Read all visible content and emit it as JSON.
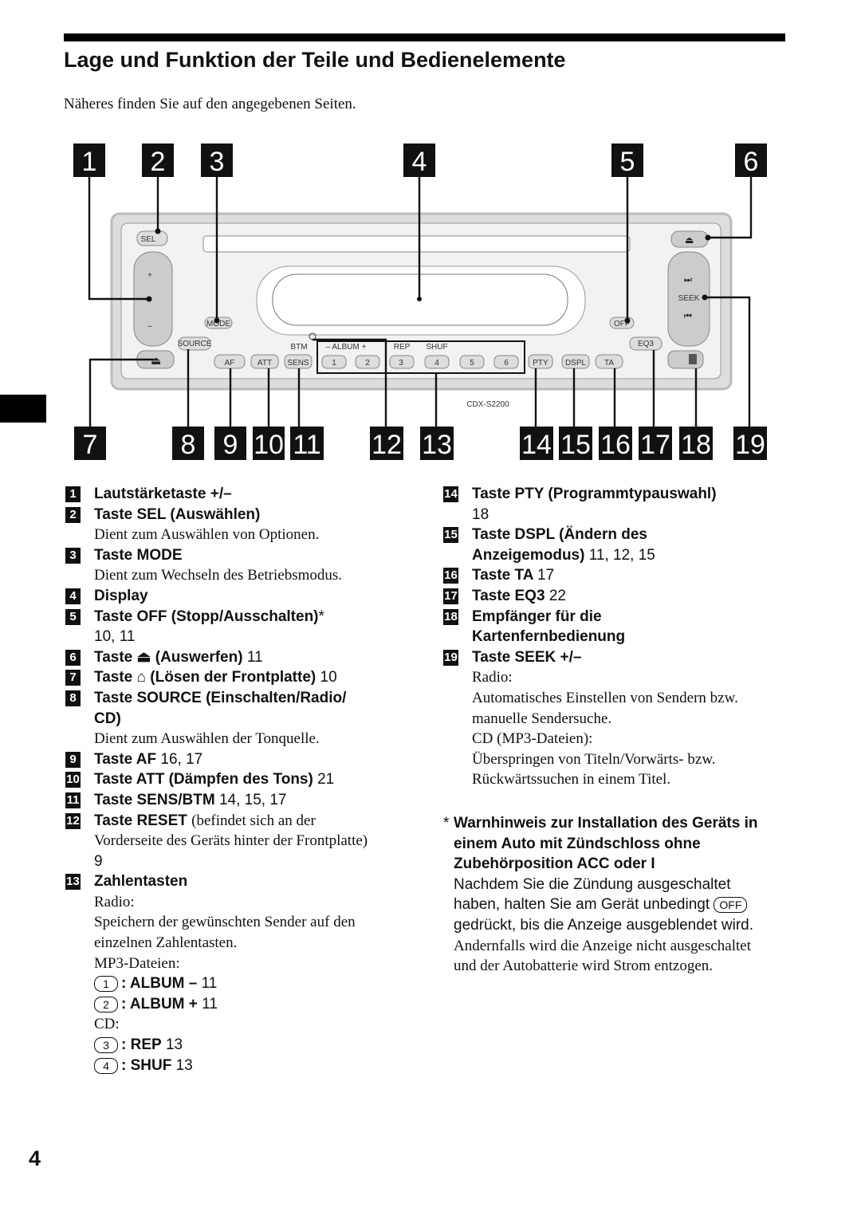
{
  "header": {
    "title": "Lage und Funktion der Teile und Bedienelemente",
    "intro": "Näheres finden Sie auf den angegebenen Seiten."
  },
  "diagram": {
    "model": "CDX-S2200",
    "callouts_top": [
      "1",
      "2",
      "3",
      "4",
      "5",
      "6"
    ],
    "callouts_bottom": [
      "7",
      "8",
      "9",
      "10",
      "11",
      "12",
      "13",
      "14",
      "15",
      "16",
      "17",
      "18",
      "19"
    ],
    "button_labels": {
      "sel": "SEL",
      "mode": "MODE",
      "source": "SOURCE",
      "off": "OFF",
      "eq3": "EQ3",
      "seek": "SEEK",
      "af": "AF",
      "att": "ATT",
      "sens": "SENS",
      "btm": "BTM",
      "album": "– ALBUM +",
      "rep": "REP",
      "shuf": "SHUF",
      "b1": "1",
      "b2": "2",
      "b3": "3",
      "b4": "4",
      "b5": "5",
      "b6": "6",
      "pty": "PTY",
      "dspl": "DSPL",
      "ta": "TA",
      "plus": "+",
      "minus": "–"
    }
  },
  "left_items": [
    {
      "num": "1",
      "title": "Lautstärketaste +/–"
    },
    {
      "num": "2",
      "title": "Taste SEL (Auswählen)",
      "desc": "Dient zum Auswählen von Optionen."
    },
    {
      "num": "3",
      "title": "Taste MODE",
      "desc": "Dient zum Wechseln des Betriebsmodus."
    },
    {
      "num": "4",
      "title": "Display"
    },
    {
      "num": "5",
      "title": "Taste OFF (Stopp/Ausschalten)",
      "star": "*",
      "pages": "10, 11"
    },
    {
      "num": "6",
      "title_pre": "Taste",
      "title_post": "(Auswerfen)",
      "pages": "11"
    },
    {
      "num": "7",
      "title_pre": "Taste",
      "title_post": "(Lösen der Frontplatte)",
      "pages": "10"
    },
    {
      "num": "8",
      "title": "Taste SOURCE (Einschalten/Radio/",
      "title2": "CD)",
      "desc": "Dient zum Auswählen der Tonquelle."
    },
    {
      "num": "9",
      "title": "Taste AF",
      "pages": "16, 17"
    },
    {
      "num": "10",
      "title": "Taste ATT (Dämpfen des Tons)",
      "pages": "21"
    },
    {
      "num": "11",
      "title": "Taste SENS/BTM",
      "pages": "14, 15, 17"
    },
    {
      "num": "12",
      "title": "Taste RESET",
      "desc_inline": "(befindet sich an der",
      "desc": "Vorderseite des Geräts hinter der Frontplatte)",
      "pages": "9"
    },
    {
      "num": "13",
      "title": "Zahlentasten",
      "radio": "Radio:",
      "radio_desc1": "Speichern der gewünschten Sender auf den",
      "radio_desc2": "einzelnen Zahlentasten.",
      "mp3": "MP3-Dateien:",
      "k1": "1",
      "k1_label": ": ALBUM –",
      "k1_page": "11",
      "k2": "2",
      "k2_label": ": ALBUM +",
      "k2_page": "11",
      "cd": "CD:",
      "k3": "3",
      "k3_label": ": REP",
      "k3_page": "13",
      "k4": "4",
      "k4_label": ": SHUF",
      "k4_page": "13"
    }
  ],
  "right_items": [
    {
      "num": "14",
      "title": "Taste PTY (Programmtypauswahl)",
      "pages": "18"
    },
    {
      "num": "15",
      "title": "Taste DSPL (Ändern des",
      "title2": "Anzeigemodus)",
      "pages": "11, 12, 15"
    },
    {
      "num": "16",
      "title": "Taste TA",
      "pages": "17"
    },
    {
      "num": "17",
      "title": "Taste EQ3",
      "pages": "22"
    },
    {
      "num": "18",
      "title": "Empfänger für die",
      "title2": "Kartenfernbedienung"
    },
    {
      "num": "19",
      "title": "Taste SEEK +/–",
      "radio": "Radio:",
      "radio_desc1": "Automatisches Einstellen von Sendern bzw.",
      "radio_desc2": "manuelle Sendersuche.",
      "cd": "CD (MP3-Dateien):",
      "cd_desc1": "Überspringen von Titeln/Vorwärts- bzw.",
      "cd_desc2": "Rückwärtssuchen in einem Titel."
    }
  ],
  "note": {
    "star": "*",
    "bold1": "Warnhinweis zur Installation des Geräts in",
    "bold2": "einem Auto mit Zündschloss ohne",
    "bold3": "Zubehörposition ACC oder I",
    "line1": "Nachdem Sie die Zündung ausgeschaltet",
    "line2_pre": "haben, halten Sie am Gerät unbedingt",
    "line2_key": "OFF",
    "line3": "gedrückt, bis die Anzeige ausgeblendet wird.",
    "line4": "Andernfalls wird die Anzeige nicht ausgeschaltet",
    "line5": "und der Autobatterie wird Strom entzogen."
  },
  "page_number": "4"
}
